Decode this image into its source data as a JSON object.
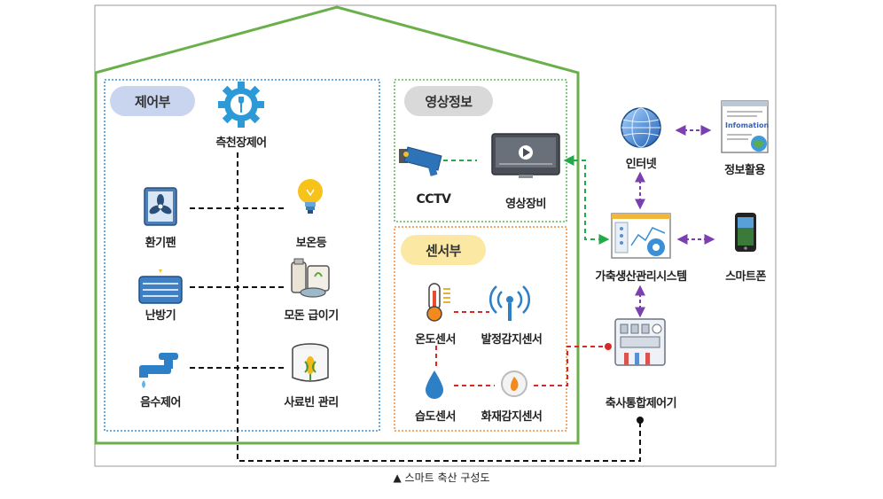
{
  "caption": "▲ 스마트 축산 구성도",
  "sections": {
    "control": "제어부",
    "video": "영상정보",
    "sensor": "센서부"
  },
  "labels": {
    "measure_control": "측천장제어",
    "vent_fan": "환기팬",
    "warm_light": "보온등",
    "heater": "난방기",
    "feeder": "모돈 급이기",
    "water_control": "음수제어",
    "feed_bin": "사료빈 관리",
    "cctv": "CCTV",
    "video_equipment": "영상장비",
    "temp_sensor": "온도센서",
    "fever_sensor": "발정감지센서",
    "humidity_sensor": "습도센서",
    "fire_sensor": "화재감지센서",
    "internet": "인터넷",
    "info_use": "정보활용",
    "livestock_system": "가축생산관리시스템",
    "smartphone": "스마트폰",
    "integrated_controller": "축사통합제어기",
    "info_screen_text": "Infomation"
  },
  "colors": {
    "house": "#6aaf4a",
    "control_border": "#3a8fd6",
    "video_border": "#5cb85c",
    "sensor_border": "#f08a3c",
    "link_green": "#22a94a",
    "link_purple": "#7b3fb0",
    "link_red": "#d62a2a",
    "pill_blue": "#c9d5ee",
    "pill_gray": "#d9d9d9",
    "pill_yellow": "#fbe9a3"
  }
}
